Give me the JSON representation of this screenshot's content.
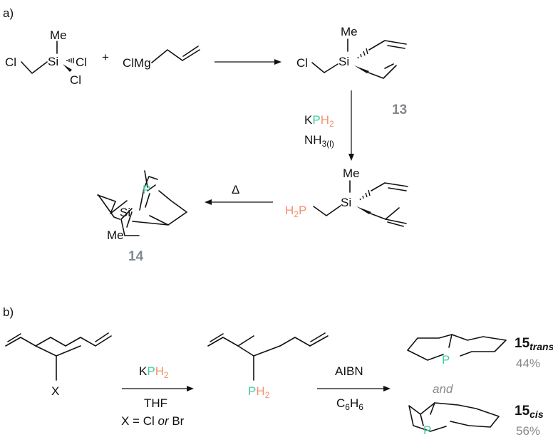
{
  "panels": {
    "a": {
      "label": "a)"
    },
    "b": {
      "label": "b)"
    }
  },
  "reagents": {
    "kph2": {
      "k": "K",
      "p": "P",
      "h": "H",
      "sub2": "2"
    },
    "nh3": {
      "nh": "NH",
      "sub": "3(l)"
    },
    "delta": "Δ",
    "thf": "THF",
    "x_eq": {
      "lead": "X = Cl ",
      "or": "or",
      "tail": " Br"
    },
    "aibn": "AIBN",
    "benzene": {
      "c": "C",
      "sub6a": "6",
      "h": "H",
      "sub6b": "6"
    },
    "plus": "+",
    "and": "and"
  },
  "atoms": {
    "cl": "Cl",
    "clmg": "ClMg",
    "si": "Si",
    "me": "Me",
    "p": "P",
    "x": "X",
    "h": "H",
    "sub2": "2"
  },
  "compounds": {
    "c13": "13",
    "c14": "14",
    "c15_trans": {
      "num": "15",
      "sub": "trans",
      "yield": "44%"
    },
    "c15_cis": {
      "num": "15",
      "sub": "cis",
      "yield": "56%"
    }
  },
  "colors": {
    "phosphorus": "#3ecf9e",
    "hydrogen_phosphide": "#f5916e",
    "compound_number": "#808890"
  }
}
